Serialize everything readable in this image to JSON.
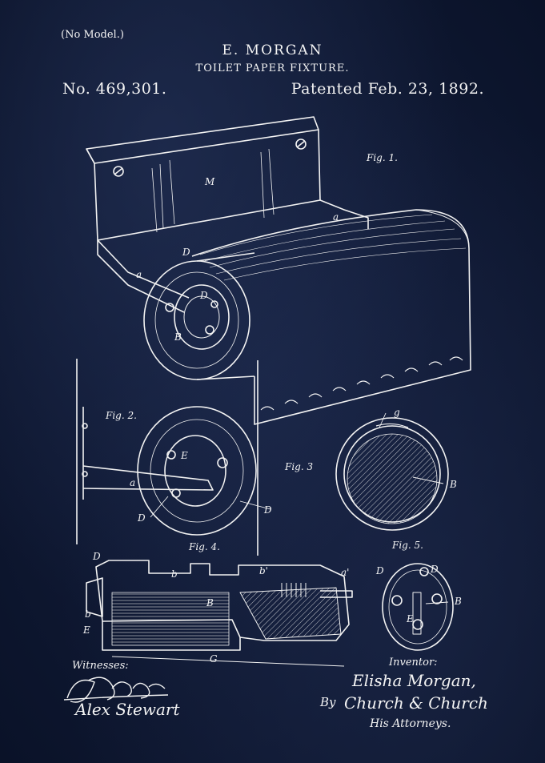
{
  "header": {
    "no_model": "(No Model.)",
    "inventor": "E. MORGAN",
    "title": "TOILET PAPER FIXTURE.",
    "patent_number": "No. 469,301.",
    "patent_date": "Patented Feb. 23, 1892."
  },
  "figures": {
    "fig1": "Fig. 1.",
    "fig2": "Fig. 2.",
    "fig3": "Fig. 3",
    "fig4": "Fig. 4.",
    "fig5": "Fig. 5."
  },
  "reference_letters": {
    "M": "M",
    "a": "a",
    "D": "D",
    "B": "B",
    "E": "E",
    "g": "g",
    "b": "b",
    "b_prime": "b'",
    "a_prime": "a'",
    "G": "G"
  },
  "footer": {
    "witnesses_label": "Witnesses:",
    "witness_2": "Alex Stewart",
    "inventor_label": "Inventor:",
    "inventor_signature": "Elisha Morgan,",
    "by": "By",
    "attorneys_signature": "Church & Church",
    "attorneys_label": "His Attorneys."
  },
  "colors": {
    "background": "#0d1630",
    "ink": "#f2f2f2"
  }
}
